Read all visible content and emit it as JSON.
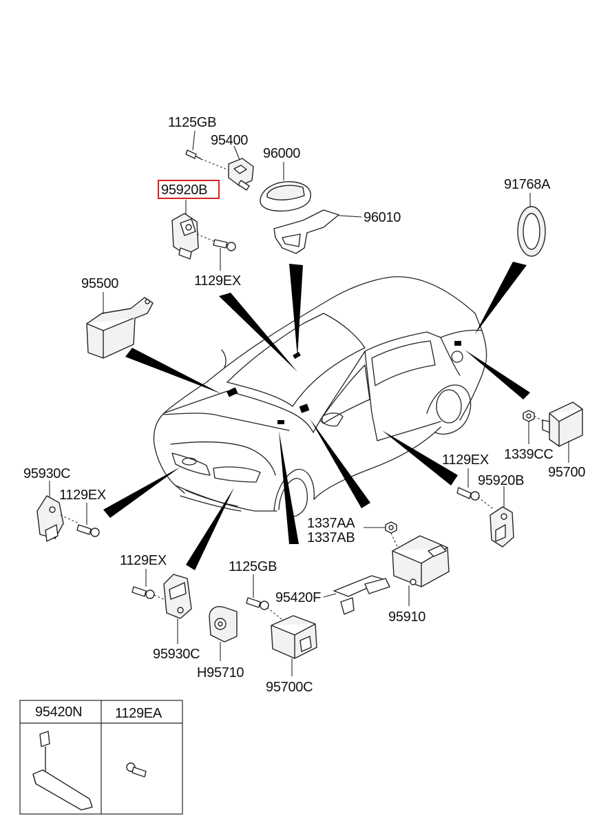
{
  "labels": {
    "p1125gb_top": "1125GB",
    "p95400": "95400",
    "p96000": "96000",
    "p91768a": "91768A",
    "p95920b_top": "95920B",
    "p96010": "96010",
    "p1129ex_top": "1129EX",
    "p95500": "95500",
    "p95930c_left": "95930C",
    "p1129ex_left": "1129EX",
    "p1129ex_right": "1129EX",
    "p95920b_right": "95920B",
    "p1339cc": "1339CC",
    "p95700": "95700",
    "p1337aa": "1337AA",
    "p1337ab": "1337AB",
    "p1129ex_bottom": "1129EX",
    "p1125gb_bottom": "1125GB",
    "p95420f": "95420F",
    "p95910": "95910",
    "p95930c_bottom": "95930C",
    "h95710": "H95710",
    "p95700c": "95700C"
  },
  "legend_table": {
    "headers": [
      "95420N",
      "1129EA"
    ]
  },
  "highlight": {
    "part": "95920B",
    "color": "#d62020"
  }
}
